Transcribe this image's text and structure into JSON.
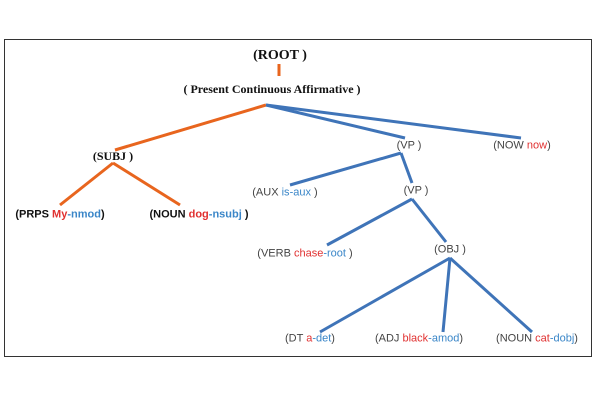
{
  "colors": {
    "orange": "#e8651e",
    "blue": "#3f74b8",
    "red": "#e03030",
    "lightblue": "#3a86c8",
    "text": "#444444",
    "dark": "#111111"
  },
  "nodes": {
    "root": "(ROOT )",
    "type": "( Present Continuous Affirmative )",
    "subj": "(SUBJ )",
    "prps": {
      "pre": "(PRPS ",
      "word": "My",
      "dash": "-",
      "rel": "nmod",
      "post": ")"
    },
    "noun_dog": {
      "pre": "(NOUN ",
      "word": "dog",
      "dash": "-",
      "rel": "nsubj",
      "post": " )"
    },
    "vp1": "(VP  )",
    "now": {
      "pre": "(NOW ",
      "word": "now",
      "post": ")"
    },
    "aux": {
      "pre": "(AUX ",
      "word": "is",
      "dash": "-",
      "rel": "aux",
      "post": " )"
    },
    "vp2": "(VP )",
    "verb": {
      "pre": "(VERB ",
      "word": "chase",
      "dash": "-",
      "rel": "root",
      "post": " )"
    },
    "obj": "(OBJ  )",
    "dt": {
      "pre": "(DT ",
      "word": "a",
      "dash": "-",
      "rel": "det",
      "post": ")"
    },
    "adj": {
      "pre": "(ADJ ",
      "word": "black",
      "dash": "-",
      "rel": "amod",
      "post": ")"
    },
    "noun_cat": {
      "pre": "(NOUN ",
      "word": "cat",
      "dash": "-",
      "rel": "dobj",
      "post": ")"
    }
  }
}
